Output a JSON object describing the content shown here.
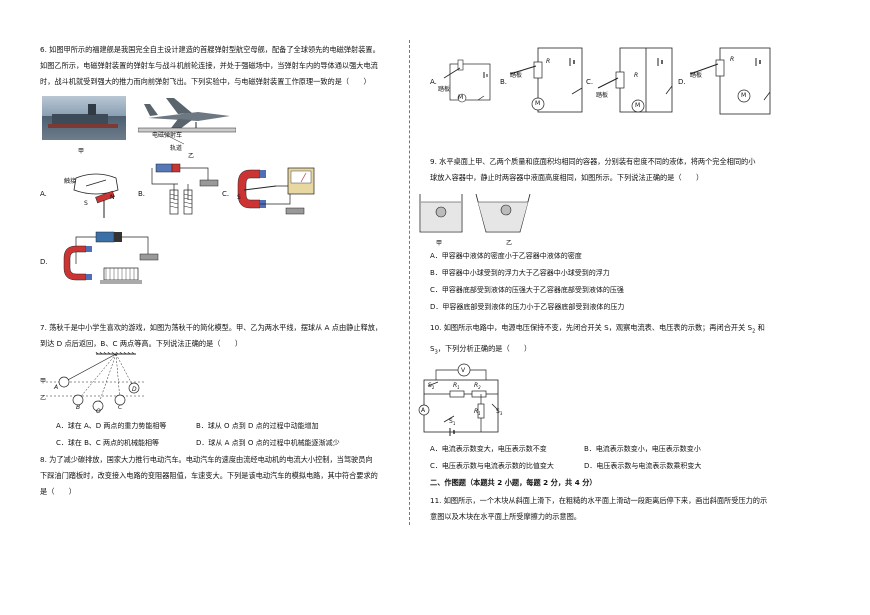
{
  "q6": {
    "line1": "6. 如图甲所示的福建舰是我国完全自主设计建造的首艘弹射型航空母舰，配备了全球领先的电磁弹射装置。",
    "line2": "如图乙所示，电磁弹射装置的弹射车与战斗机前轮连接，并处于强磁场中，当弹射车内的导体通以强大电流",
    "line3": "时，战斗机就受到强大的推力而向前弹射飞出。下列实验中，与电磁弹射装置工作原理一致的是（　　）",
    "fig_jia": "甲",
    "fig_yi": "乙",
    "label_catapult": "电磁弹射车",
    "label_track": "轨道",
    "opt_a": "A.",
    "opt_b": "B.",
    "opt_c": "C.",
    "opt_d": "D.",
    "label_touch": "触接",
    "label_s": "S",
    "label_nb": "N",
    "label_i": "I"
  },
  "q7": {
    "line1": "7. 荡秋千是中小学生喜欢的游戏，如图为荡秋千的简化模型。甲、乙为两水平线，摆球从 A 点由静止释放，",
    "line2": "到达 D 点后返回，B、C 两点等高。下列说法正确的是（　　）",
    "label_jia": "甲",
    "label_yi": "乙",
    "pts": [
      "A",
      "B",
      "O",
      "C",
      "D"
    ],
    "opt_a": "A．球在 A、D 两点的重力势能相等",
    "opt_b": "B．球从 O 点到 D 点的过程中动能增加",
    "opt_c": "C．球在 B、C 两点的机械能相等",
    "opt_d": "D．球从 A 点到 O 点的过程中机械能逐渐减少"
  },
  "q8": {
    "line1": "8. 为了减少碳排放，国家大力推行电动汽车。电动汽车的速度由流经电动机的电流大小控制，当驾驶员向",
    "line2": "下踩油门踏板时，改变接入电路的变阻器阻值，车速变大。下列是该电动汽车的模拟电路，其中符合要求的",
    "line3": "是（　　）",
    "opts": [
      "A.",
      "B.",
      "C.",
      "D."
    ],
    "pedal": "踏板",
    "r": "R",
    "m": "M"
  },
  "q9": {
    "line1": "9. 水平桌面上甲、乙两个质量和底面积均相同的容器，分别装有密度不同的液体，将两个完全相同的小",
    "line2": "球放入容器中，静止时两容器中液面高度相同，如图所示。下列说法正确的是（　　）",
    "label_jia": "甲",
    "label_yi": "乙",
    "opt_a": "A．甲容器中液体的密度小于乙容器中液体的密度",
    "opt_b": "B．甲容器中小球受到的浮力大于乙容器中小球受到的浮力",
    "opt_c": "C．甲容器底部受到液体的压强大于乙容器底部受到液体的压强",
    "opt_d": "D．甲容器底部受到液体的压力小于乙容器底部受到液体的压力"
  },
  "q10": {
    "line1": "10. 如图所示电路中，电源电压保持不变，先闭合开关 S，观察电流表、电压表的示数；再闭合开关 S",
    "sub2": "2",
    "and": " 和",
    "line2a": "S",
    "sub3": "3",
    "line2b": "，下列分析正确的是（　　）",
    "opt_a": "A．电流表示数变大，电压表示数不变",
    "opt_b": "B．电流表示数变小，电压表示数变小",
    "opt_c": "C．电压表示数与电流表示数的比值变大",
    "opt_d": "D．电压表示数与电流表示数乘积变大",
    "labels": {
      "v": "V",
      "a": "A",
      "s2": "S",
      "r1": "R",
      "r2": "R",
      "s1": "S",
      "s3": "S",
      "sub1": "1",
      "sub2": "2",
      "sub3": "3"
    }
  },
  "section2": {
    "title": "二、作图题（本题共 2 小题，每题 2 分，共 4 分）"
  },
  "q11": {
    "line1": "11. 如图所示，一个木块从斜面上滑下，在粗糙的水平面上滑动一段距离后停下来，画出斜面所受压力的示",
    "line2": "意图以及木块在水平面上所受摩擦力的示意图。"
  }
}
